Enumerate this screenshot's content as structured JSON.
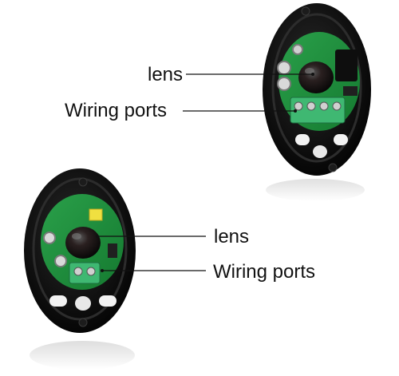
{
  "device_top": {
    "lens_label": "lens",
    "ports_label": "Wiring ports"
  },
  "device_bottom": {
    "lens_label": "lens",
    "ports_label": "Wiring ports"
  },
  "colors": {
    "housing": "#0b0b0b",
    "pcb": "#1f8a3a",
    "terminal_block": "#35b26a",
    "lens": "#1a1a1a",
    "background": "#ffffff"
  }
}
